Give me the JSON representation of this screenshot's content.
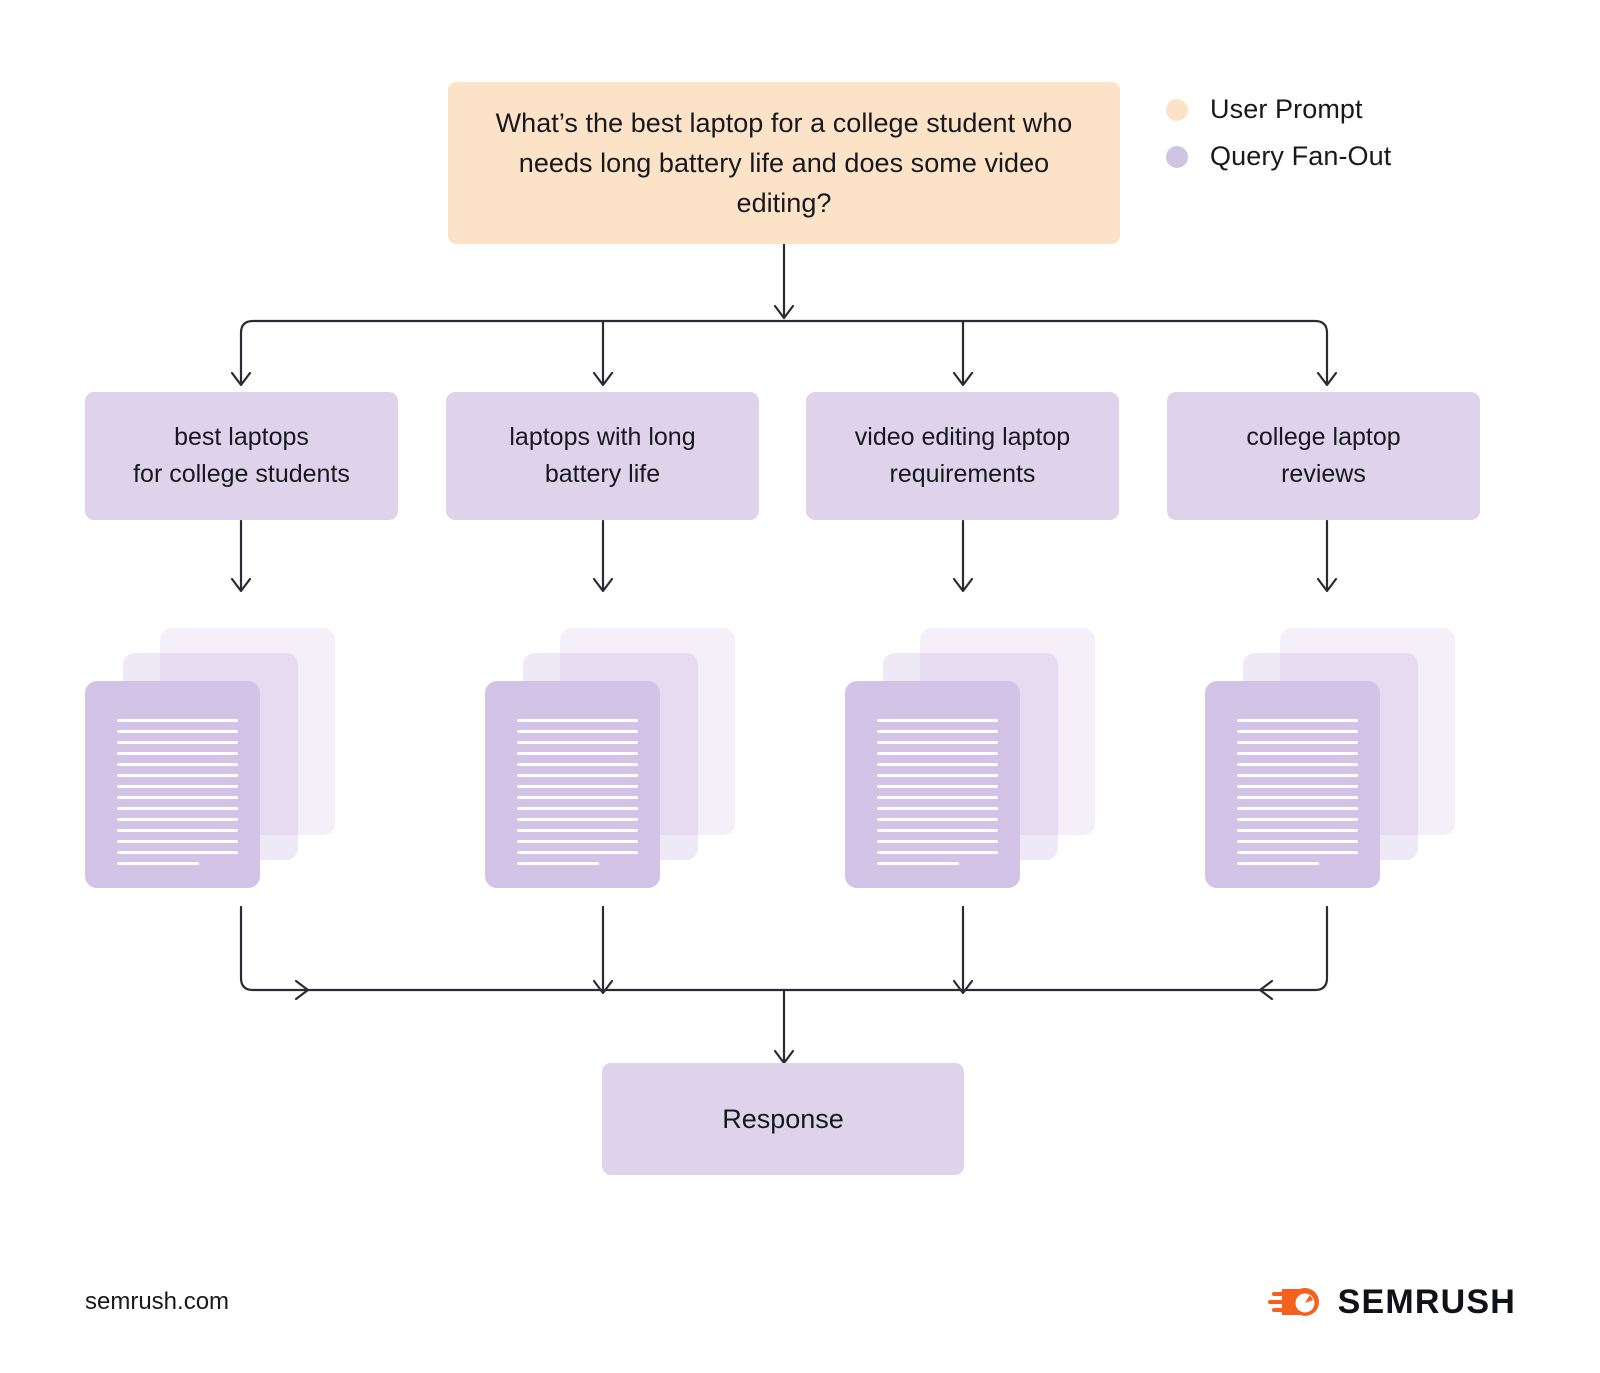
{
  "background_color": "#ffffff",
  "legend": {
    "items": [
      {
        "label": "User Prompt",
        "color": "#FCE3C7",
        "icon": "circle-dot-icon"
      },
      {
        "label": "Query Fan-Out",
        "color": "#CFC4E4",
        "icon": "circle-dot-icon"
      }
    ]
  },
  "prompt": {
    "text": "What’s the best laptop for a college student who needs long battery life and does some video editing?",
    "color": "#FCE3C7"
  },
  "queries": [
    {
      "text": "best laptops\nfor college students",
      "line1": "best laptops",
      "line2": "for college students"
    },
    {
      "text": "laptops with long\nbattery life",
      "line1": "laptops with long",
      "line2": "battery life"
    },
    {
      "text": "video editing laptop\nrequirements",
      "line1": "video editing laptop",
      "line2": "requirements"
    },
    {
      "text": "college laptop\nreviews",
      "line1": "college laptop",
      "line2": "reviews"
    }
  ],
  "query_box_color": "#DFD3EC",
  "documents": {
    "stack_count": 4,
    "cards_per_stack": 3,
    "text_lines_per_card": 14,
    "front_card_color": "#D2C3E7",
    "line_color": "#ffffff"
  },
  "response": {
    "label": "Response",
    "color": "#DFD3EC"
  },
  "footer": {
    "url": "semrush.com",
    "brand": "SEMRUSH",
    "brand_color": "#F4611D"
  },
  "connectors": {
    "color": "#2b2b35",
    "style": "arrow"
  }
}
